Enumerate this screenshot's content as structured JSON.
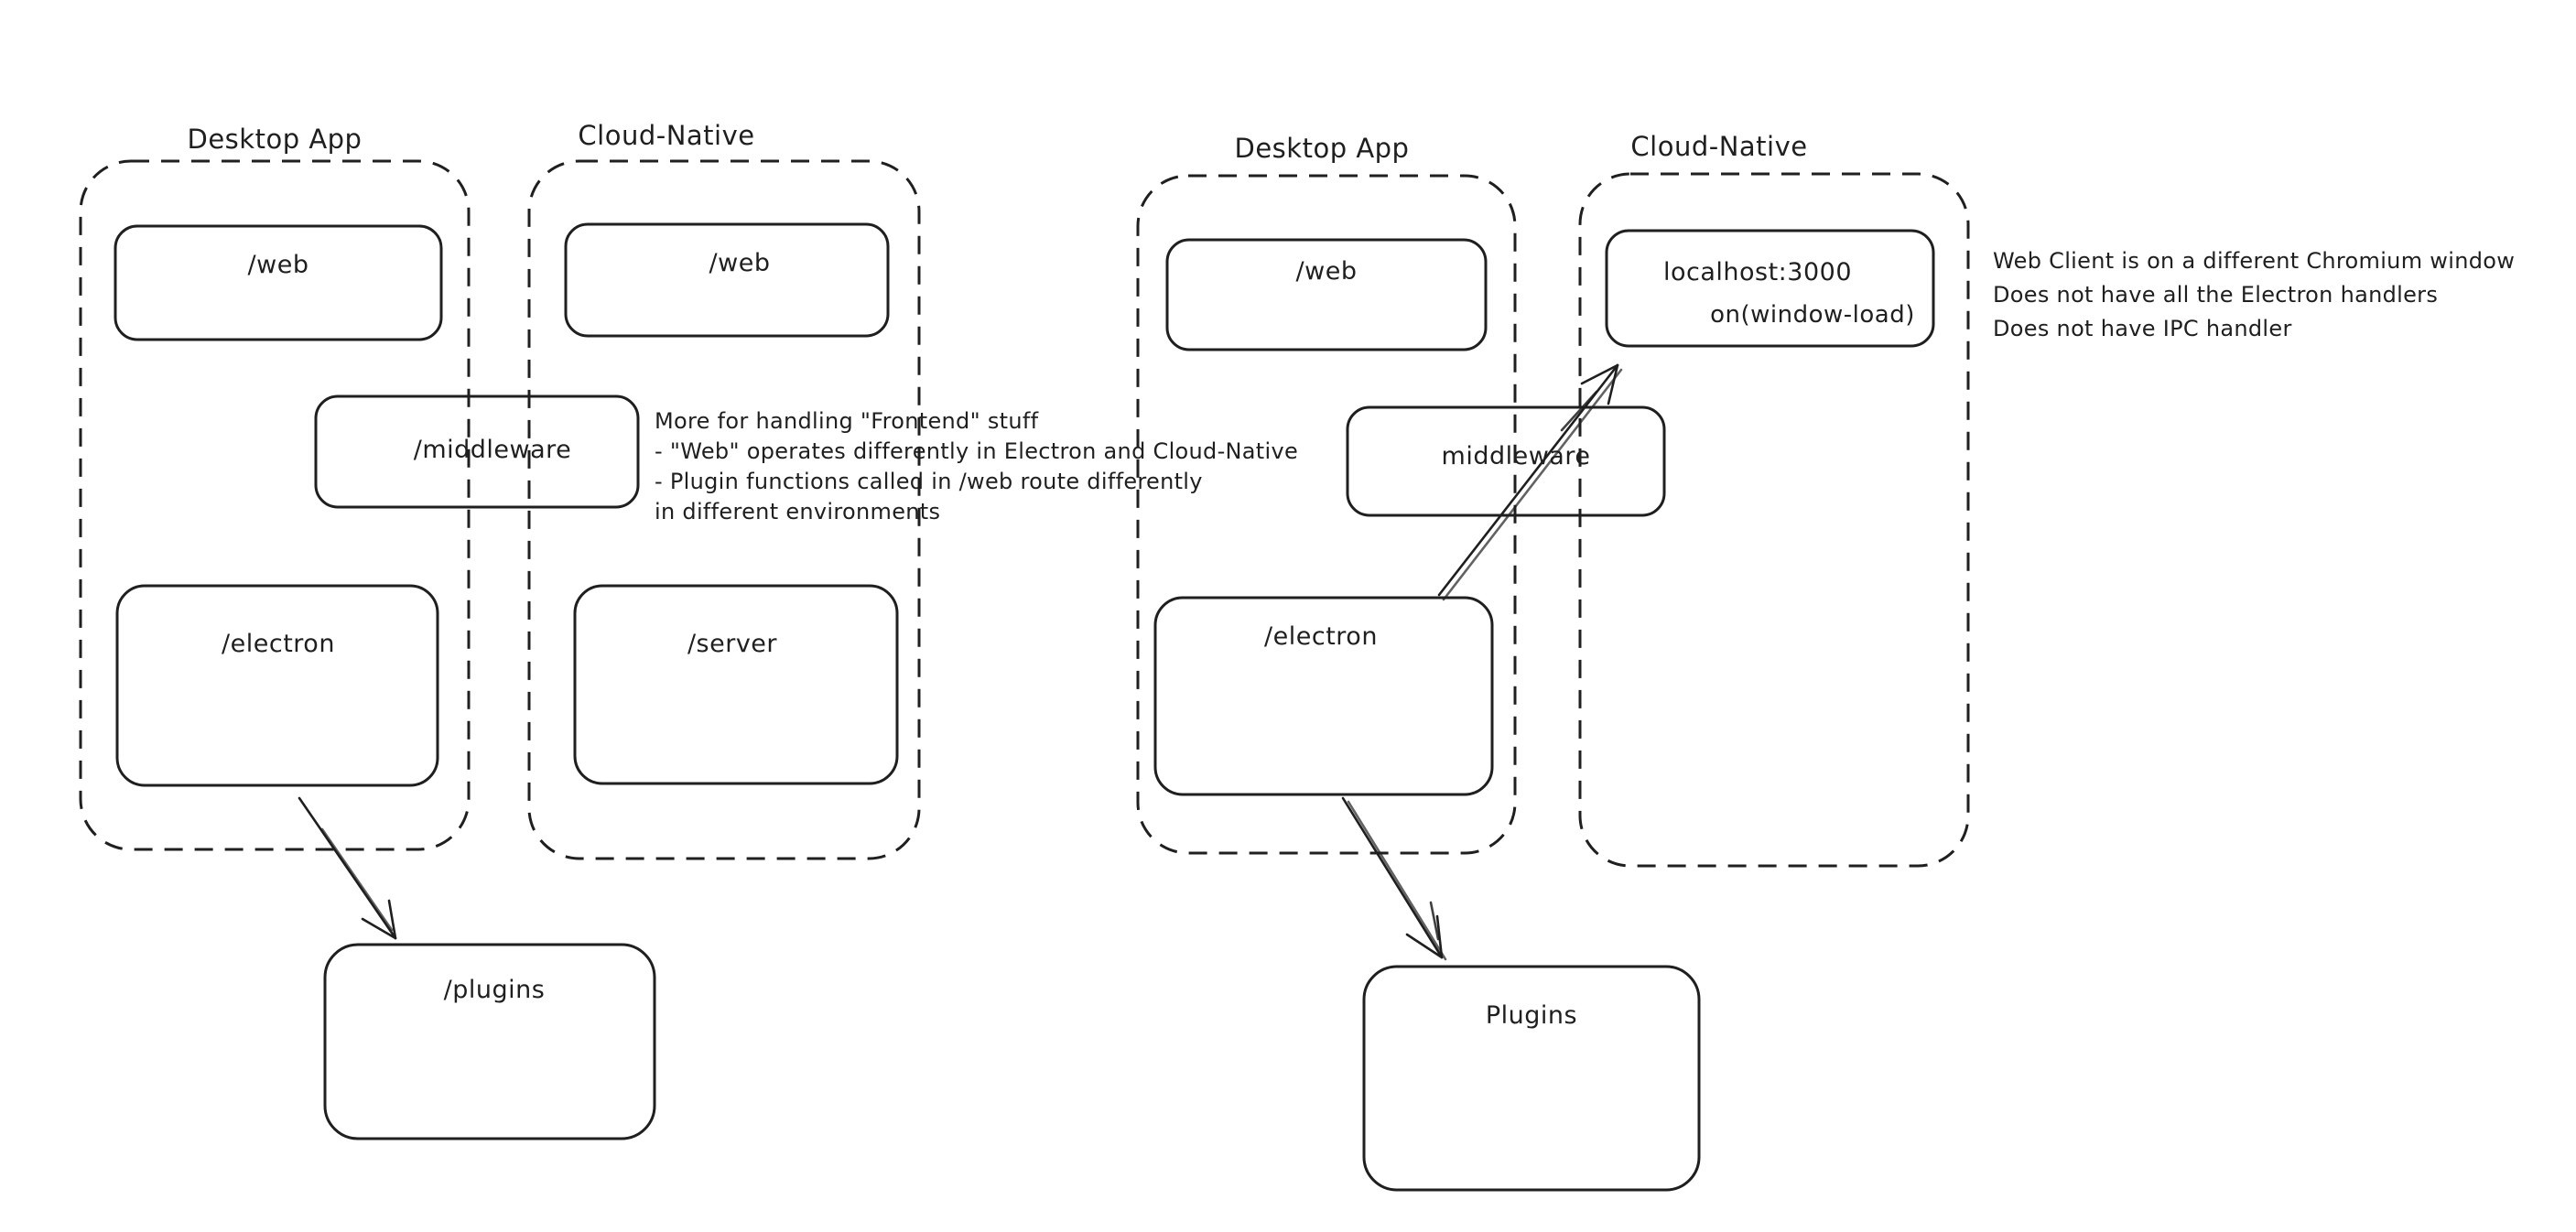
{
  "colors": {
    "ink": "#1f1f1f",
    "red": "#cd473c",
    "green": "#4d9e5f",
    "background": "#ffffff"
  },
  "left_diagram": {
    "desktop_app_label": "Desktop App",
    "cloud_native_label": "Cloud-Native",
    "desktop_app": {
      "web": "/web",
      "electron": "/electron"
    },
    "cloud_native": {
      "web": "/web",
      "server": "/server"
    },
    "middleware_label": "/middleware",
    "plugins_label": "/plugins",
    "green_note_lines": [
      "More for handling \"Frontend\" stuff",
      "- \"Web\" operates differently in Electron and Cloud-Native",
      "- Plugin functions called in /web route differently",
      "in different environments"
    ]
  },
  "right_diagram": {
    "desktop_app_label": "Desktop App",
    "cloud_native_label": "Cloud-Native",
    "desktop_app": {
      "web": "/web",
      "electron": "/electron"
    },
    "cloud_native": {
      "localhost": "localhost:3000",
      "on_window_load": "on(window-load)"
    },
    "middleware_label": "middleware",
    "plugins_label": "Plugins",
    "red_note_lines": [
      "Web Client is on a different Chromium window",
      "Does not have all the Electron handlers",
      "Does not have IPC handler"
    ]
  }
}
